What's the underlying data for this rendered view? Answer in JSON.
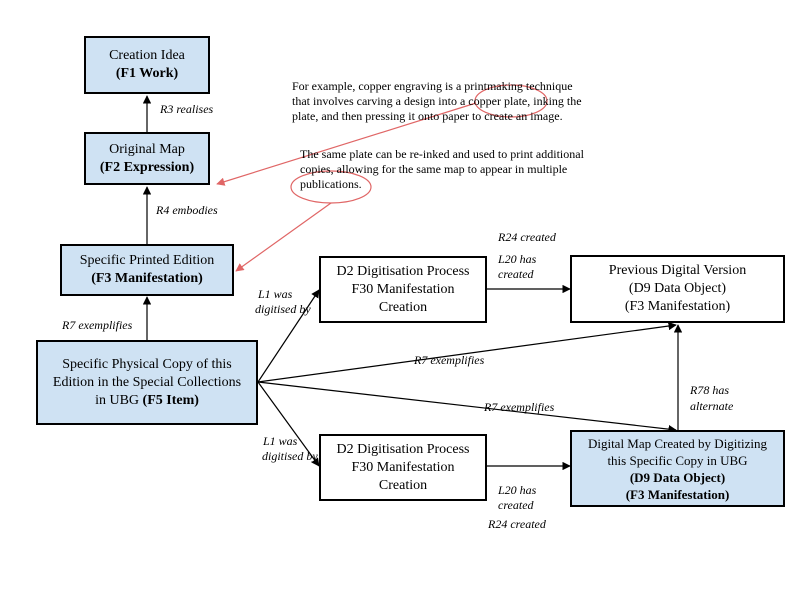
{
  "nodes": {
    "creation_idea": {
      "line1": "Creation Idea",
      "line2": "(F1 Work)"
    },
    "original_map": {
      "line1": "Original Map",
      "line2": "(F2 Expression)"
    },
    "printed_edition": {
      "line1": "Specific Printed Edition",
      "line2": "(F3 Manifestation)"
    },
    "physical_copy": {
      "line1": "Specific Physical Copy of this",
      "line2": "Edition in the Special Collections",
      "line3": "in UBG",
      "line3_bold": "(F5 Item)"
    },
    "digitisation_top": {
      "line1": "D2 Digitisation Process",
      "line2": "F30 Manifestation",
      "line3": "Creation"
    },
    "previous_digital": {
      "line1": "Previous Digital Version",
      "line2": "(D9 Data Object)",
      "line3": "(F3 Manifestation)"
    },
    "digitisation_bottom": {
      "line1": "D2 Digitisation Process",
      "line2": "F30 Manifestation",
      "line3": "Creation"
    },
    "digital_map": {
      "line1": "Digital Map Created by Digitizing",
      "line2": "this Specific Copy in UBG",
      "line3": "(D9 Data Object)",
      "line4": "(F3 Manifestation)"
    }
  },
  "edges": {
    "r3": "R3 realises",
    "r4": "R4 embodies",
    "r7_printed": "R7 exemplifies",
    "l1_top_1": "L1 was",
    "l1_top_2": "digitised by",
    "l1_bottom_1": "L1 was",
    "l1_bottom_2": "digitised by",
    "r24_top": "R24 created",
    "l20_top_1": "L20 has",
    "l20_top_2": "created",
    "r7_previous": "R7 exemplifies",
    "r7_digital": "R7 exemplifies",
    "r78_1": "R78 has",
    "r78_2": "alternate",
    "l20_bottom_1": "L20 has",
    "l20_bottom_2": "created",
    "r24_bottom": "R24 created"
  },
  "notes": {
    "copper_1": "For example, copper engraving is a printmaking technique",
    "copper_2": "that involves carving a design into a copper plate, inking the",
    "copper_3": "plate, and then pressing it onto paper to create an image.",
    "plate_1": "The same plate can be re-inked and used to print additional",
    "plate_2": "copies, allowing for the same map to appear in multiple",
    "plate_3": "publications."
  },
  "colors": {
    "node_fill": "#cfe2f3",
    "annotation": "#e06666"
  }
}
